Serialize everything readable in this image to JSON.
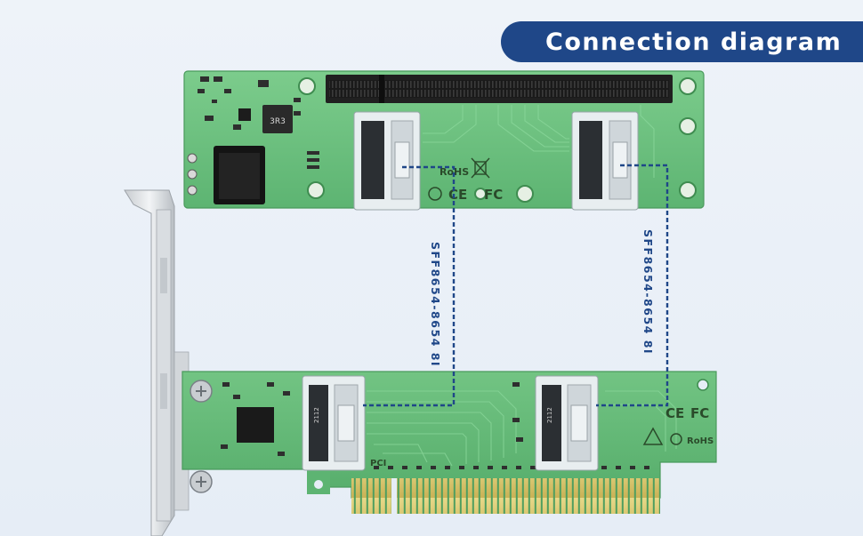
{
  "header": {
    "title": "Connection diagram"
  },
  "cables": [
    {
      "label": "SFF8654-8654 8I"
    },
    {
      "label": "SFF8654-8654 8I"
    }
  ],
  "top_board": {
    "chip_label": "3R3",
    "marks": {
      "rohs": "RoHS",
      "ce": "CE",
      "fc": "FC"
    }
  },
  "bottom_board": {
    "port_left_label": "2112",
    "port_right_label": "2112",
    "pci_label": "PCI",
    "marks": {
      "ce": "CE",
      "fc": "FC",
      "rohs": "RoHS"
    }
  },
  "colors": {
    "accent": "#1f4788",
    "pcb": "#5fb874",
    "gold": "#d7c46a"
  }
}
